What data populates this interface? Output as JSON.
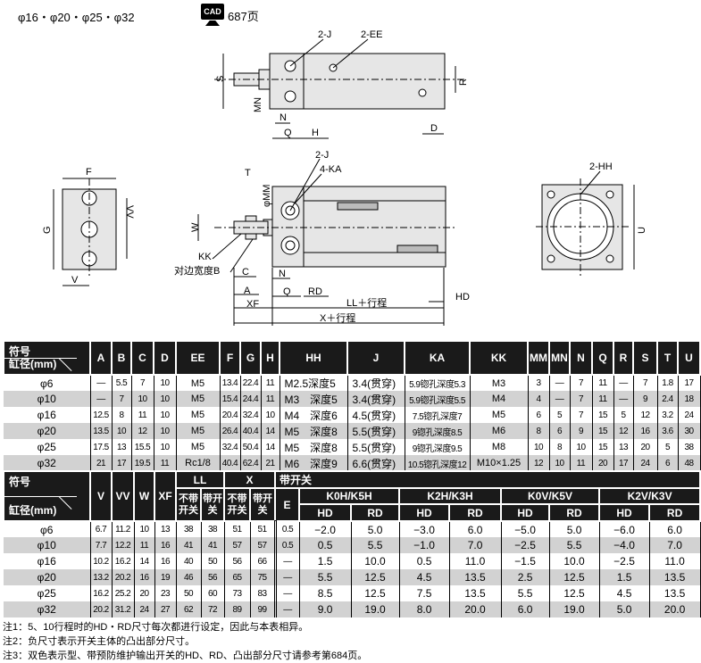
{
  "header": {
    "bores": "φ16・φ20・φ25・φ32",
    "cad_label": "CAD",
    "cad_page": "687页"
  },
  "drawing_labels": {
    "top": {
      "j": "2-J",
      "ee": "2-EE",
      "s": "S",
      "mn": "MN",
      "n": "N",
      "q": "Q",
      "h": "H",
      "d": "D",
      "r": "R"
    },
    "side": {
      "f": "F",
      "g": "G",
      "vv": "VV",
      "v": "V"
    },
    "front": {
      "j": "2-J",
      "ka": "4-KA",
      "t": "T",
      "mm": "φMM",
      "w": "W",
      "kk": "KK",
      "b": "对边宽度B",
      "c": "C",
      "a": "A",
      "xf": "XF",
      "n": "N",
      "q": "Q",
      "rd": "RD",
      "hd": "HD",
      "ll": "LL＋行程",
      "x": "X＋行程"
    },
    "end": {
      "hh": "2-HH",
      "u": "U"
    }
  },
  "table1": {
    "corner_top": "符号",
    "corner_bottom": "缸径(mm)",
    "columns": [
      "A",
      "B",
      "C",
      "D",
      "EE",
      "F",
      "G",
      "H",
      "HH",
      "J",
      "KA",
      "KK",
      "MM",
      "MN",
      "N",
      "Q",
      "R",
      "S",
      "T",
      "U"
    ],
    "rows": [
      {
        "bore": "φ6",
        "v": [
          "—",
          "5.5",
          "7",
          "10",
          "M5",
          "13.4",
          "22.4",
          "11",
          "M2.5深度5",
          "3.4(贯穿)",
          "5.9锪孔深度5.3",
          "M3",
          "3",
          "—",
          "7",
          "11",
          "—",
          "7",
          "1.8",
          "17"
        ]
      },
      {
        "bore": "φ10",
        "v": [
          "—",
          "7",
          "10",
          "10",
          "M5",
          "15.4",
          "24.4",
          "11",
          "M3　深度5",
          "3.4(贯穿)",
          "5.9锪孔深度5.5",
          "M4",
          "4",
          "—",
          "7",
          "11",
          "—",
          "9",
          "2.4",
          "18"
        ]
      },
      {
        "bore": "φ16",
        "v": [
          "12.5",
          "8",
          "11",
          "10",
          "M5",
          "20.4",
          "32.4",
          "10",
          "M4　深度6",
          "4.5(贯穿)",
          "7.5锪孔深度7",
          "M5",
          "6",
          "5",
          "7",
          "15",
          "5",
          "12",
          "3.2",
          "24"
        ]
      },
      {
        "bore": "φ20",
        "v": [
          "13.5",
          "10",
          "12",
          "10",
          "M5",
          "26.4",
          "40.4",
          "14",
          "M5　深度8",
          "5.5(贯穿)",
          "9锪孔深度8.5",
          "M6",
          "8",
          "6",
          "9",
          "15",
          "12",
          "16",
          "3.6",
          "30"
        ]
      },
      {
        "bore": "φ25",
        "v": [
          "17.5",
          "13",
          "15.5",
          "10",
          "M5",
          "32.4",
          "50.4",
          "14",
          "M5　深度8",
          "5.5(贯穿)",
          "9锪孔深度9.5",
          "M8",
          "10",
          "8",
          "10",
          "15",
          "13",
          "20",
          "5",
          "38"
        ]
      },
      {
        "bore": "φ32",
        "v": [
          "21",
          "17",
          "19.5",
          "11",
          "Rc1/8",
          "40.4",
          "62.4",
          "21",
          "M6　深度9",
          "6.6(贯穿)",
          "10.5锪孔深度12",
          "M10×1.25",
          "12",
          "10",
          "11",
          "20",
          "17",
          "24",
          "6",
          "48"
        ]
      }
    ]
  },
  "table2": {
    "corner_top": "符号",
    "corner_bottom": "缸径(mm)",
    "v": "V",
    "vv": "VV",
    "w": "W",
    "xf": "XF",
    "ll": "LL",
    "x": "X",
    "no_switch": "不带开关",
    "with_switch": "带开关",
    "switch_group": "带开关",
    "e": "E",
    "switches": [
      "K0H/K5H",
      "K2H/K3H",
      "K0V/K5V",
      "K2V/K3V"
    ],
    "hd": "HD",
    "rd": "RD",
    "rows": [
      {
        "bore": "φ6",
        "v": [
          "6.7",
          "11.2",
          "10",
          "13",
          "38",
          "38",
          "51",
          "51",
          "0.5",
          "−2.0",
          "5.0",
          "−3.0",
          "6.0",
          "−5.0",
          "5.0",
          "−6.0",
          "6.0"
        ]
      },
      {
        "bore": "φ10",
        "v": [
          "7.7",
          "12.2",
          "11",
          "16",
          "41",
          "41",
          "57",
          "57",
          "0.5",
          "0.5",
          "5.5",
          "−1.0",
          "7.0",
          "−2.5",
          "5.5",
          "−4.0",
          "7.0"
        ]
      },
      {
        "bore": "φ16",
        "v": [
          "10.2",
          "16.2",
          "14",
          "16",
          "40",
          "50",
          "56",
          "66",
          "—",
          "1.5",
          "10.0",
          "0.5",
          "11.0",
          "−1.5",
          "10.0",
          "−2.5",
          "11.0"
        ]
      },
      {
        "bore": "φ20",
        "v": [
          "13.2",
          "20.2",
          "16",
          "19",
          "46",
          "56",
          "65",
          "75",
          "—",
          "5.5",
          "12.5",
          "4.5",
          "13.5",
          "2.5",
          "12.5",
          "1.5",
          "13.5"
        ]
      },
      {
        "bore": "φ25",
        "v": [
          "16.2",
          "25.2",
          "20",
          "23",
          "50",
          "60",
          "73",
          "83",
          "—",
          "8.5",
          "12.5",
          "7.5",
          "13.5",
          "5.5",
          "12.5",
          "4.5",
          "13.5"
        ]
      },
      {
        "bore": "φ32",
        "v": [
          "20.2",
          "31.2",
          "24",
          "27",
          "62",
          "72",
          "89",
          "99",
          "—",
          "9.0",
          "19.0",
          "8.0",
          "20.0",
          "6.0",
          "19.0",
          "5.0",
          "20.0"
        ]
      }
    ]
  },
  "notes": [
    "注1：5、10行程时的HD・RD尺寸每次都进行设定，因此与本表相异。",
    "注2：负尺寸表示开关主体的凸出部分尺寸。",
    "注3：双色表示型、带预防维护输出开关的HD、RD、凸出部分尺寸请参考第684页。"
  ]
}
